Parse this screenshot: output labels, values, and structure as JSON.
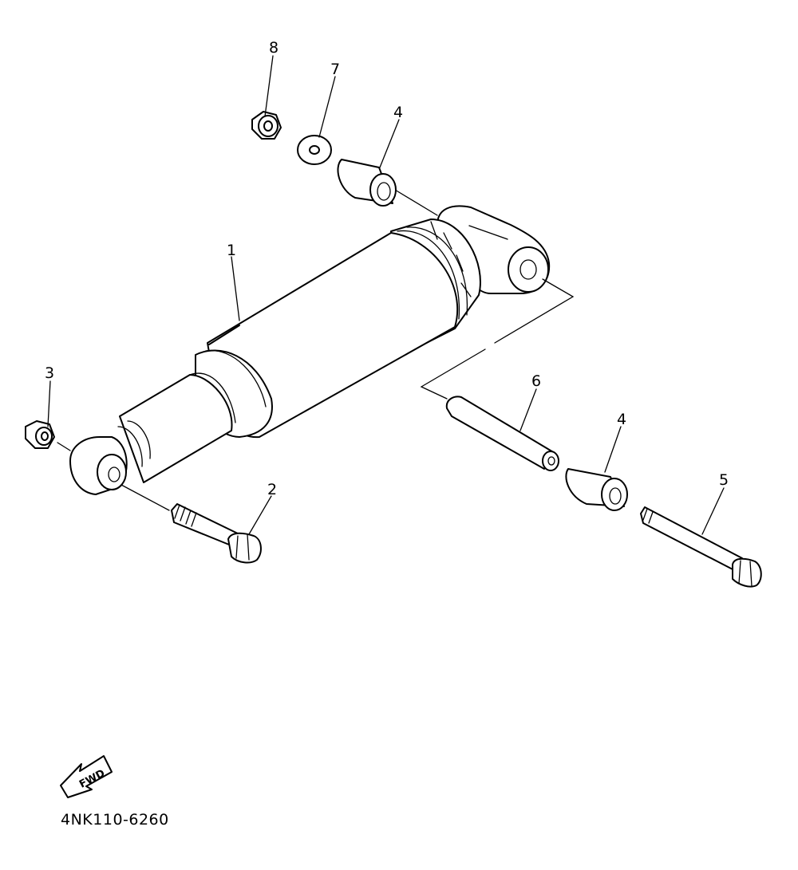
{
  "callouts": {
    "c1": "1",
    "c2": "2",
    "c3": "3",
    "c4a": "4",
    "c4b": "4",
    "c5": "5",
    "c6": "6",
    "c7": "7",
    "c8": "8"
  },
  "fwd_label": "FWD",
  "drawing_code": "4NK110-6260"
}
